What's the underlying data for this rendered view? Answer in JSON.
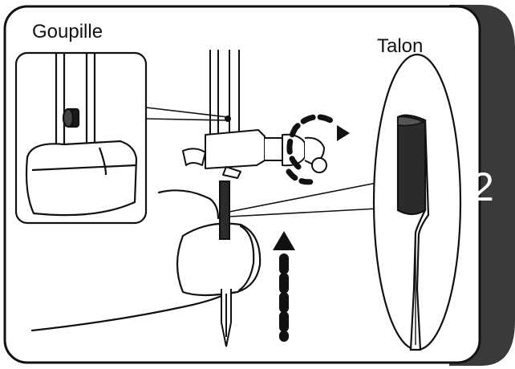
{
  "labels": {
    "pin": "Goupille",
    "heel": "Talon"
  },
  "step": {
    "number": "2"
  },
  "colors": {
    "ink": "#111111",
    "tab": "#3a3a3a",
    "shade": "#2b2b2b",
    "paper": "#ffffff"
  },
  "icons": {
    "rotate": "dashed-circular-arrow-icon",
    "up": "dashed-up-arrow-icon"
  }
}
